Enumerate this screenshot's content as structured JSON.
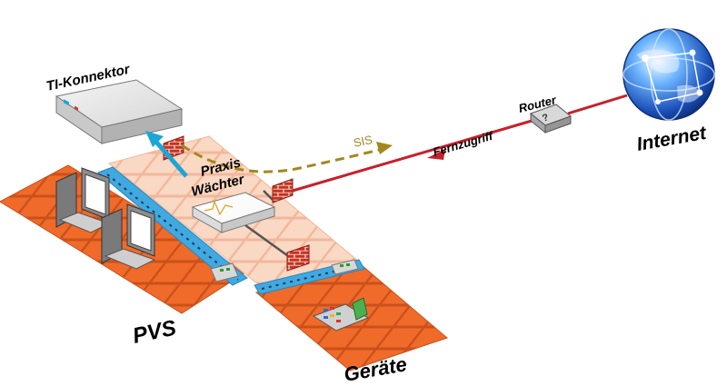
{
  "labels": {
    "ti_konnektor": "TI-Konnektor",
    "praxis_waechter_line1": "Praxis",
    "praxis_waechter_line2": "Wächter",
    "sis": "SIS",
    "router": "Router",
    "fernzugriff": "Fernzugriff",
    "internet": "Internet",
    "pvs": "PVS",
    "geraete": "Geräte"
  },
  "colors": {
    "tile_orange": "#f06a2a",
    "tile_pale": "#f7cdb4",
    "network_blue": "#3fa9e0",
    "remote_line": "#c8202a",
    "sis_line": "#a08a1e",
    "arrow_cyan": "#1aa6d6",
    "firewall_brick": "#c9311f"
  },
  "icons": [
    "globe-icon",
    "router-icon",
    "ti-konnektor-device-icon",
    "praxis-waechter-device-icon",
    "firewall-icon",
    "computer-icon",
    "payment-terminal-icon",
    "network-switch-icon"
  ]
}
